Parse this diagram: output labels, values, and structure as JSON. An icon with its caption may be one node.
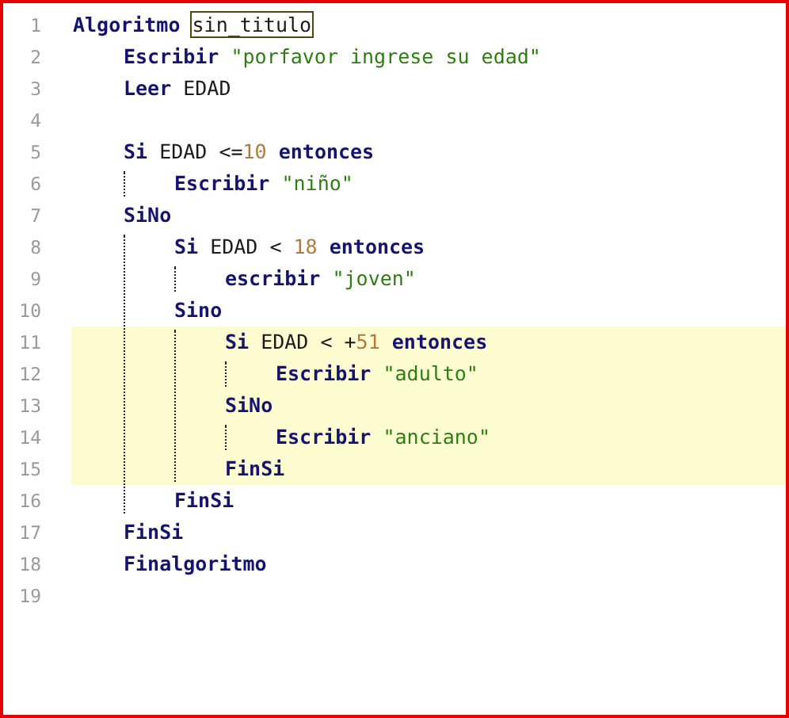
{
  "diagram": {
    "labels": [
      "1",
      "**Algoritmo** sin_titulo",
      "2",
      "**Escribir** \"porfavor ingrese su edad\"",
      "3",
      "**Leer** EDAD",
      "4",
      "5",
      "**Si** EDAD <=10 **entonces**",
      "6",
      "**Escribir** \"niño\"",
      "7",
      "**SiNo**",
      "8",
      "**Si** EDAD < 18 **entonces**",
      "9",
      "**escribir** \"joven\"",
      "10",
      "**Sino**",
      "11",
      "**Si** EDAD < +51 **entonces**",
      "12",
      "**Escribir** \"adulto\"",
      "13",
      "**SiNo**",
      "14",
      "**Escribir** \"anciano\"",
      "15",
      "**FinSi**",
      "16",
      "**FinSi**",
      "17",
      "**FinSi**",
      "18",
      "**Finalgoritmo**",
      "19"
    ]
  }
}
